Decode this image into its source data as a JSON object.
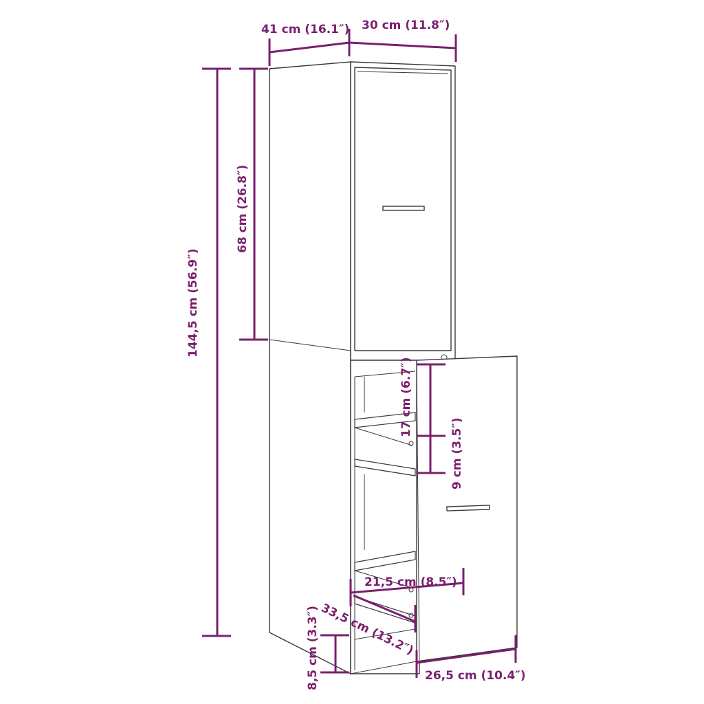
{
  "colors": {
    "dimension": "#7a1f6e",
    "outline": "#3a3a3a",
    "background": "#ffffff"
  },
  "dimensions": {
    "depth": "41 cm (16.1″)",
    "width": "30 cm (11.8″)",
    "total_height": "144,5 cm (56.9″)",
    "upper_height": "68 cm (26.8″)",
    "compartment_height": "17 cm (6.7″)",
    "gap_height": "9 cm (3.5″)",
    "inner_width": "21,5 cm (8.5″)",
    "inner_depth": "33,5 cm (13.2″)",
    "plinth_height": "8,5 cm (3.3″)",
    "drawer_width": "26,5 cm (10.4″)"
  }
}
